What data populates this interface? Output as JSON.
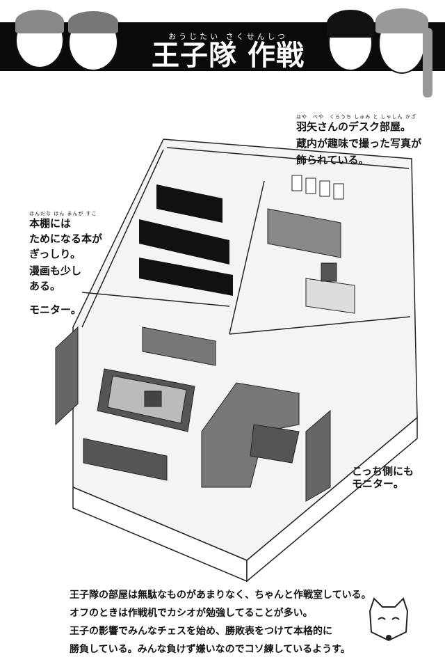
{
  "header": {
    "title_ruby": "おうじたい さくせんしつ",
    "title": "王子隊 作戦室"
  },
  "notes": {
    "desk_room": [
      "羽矢さんのデスク部屋。",
      "蔵内が趣味で撮った写真が",
      "飾られている。"
    ],
    "desk_room_ruby": "はや　べや　くらうち しゅみ と しゃしん かざ",
    "bookshelf": [
      "本棚には",
      "ためになる本が",
      "ぎっしり。",
      "漫画も少し",
      "ある。"
    ],
    "bookshelf_ruby": "ほんだな ほん まんが すこ",
    "monitor_left": "モニター。",
    "monitor_right": [
      "こっち側にも",
      "モニター。"
    ]
  },
  "caption": {
    "lines": [
      "王子隊の部屋は無駄なものがあまりなく、ちゃんと作戦室している。",
      "オフのときは作戦机でカシオが勉強してることが多い。",
      "王子の影響でみんなチェスを始め、勝敗表をつけて本格的に",
      "勝負している。みんな負けず嫌いなのでコソ練しているようす。"
    ]
  }
}
